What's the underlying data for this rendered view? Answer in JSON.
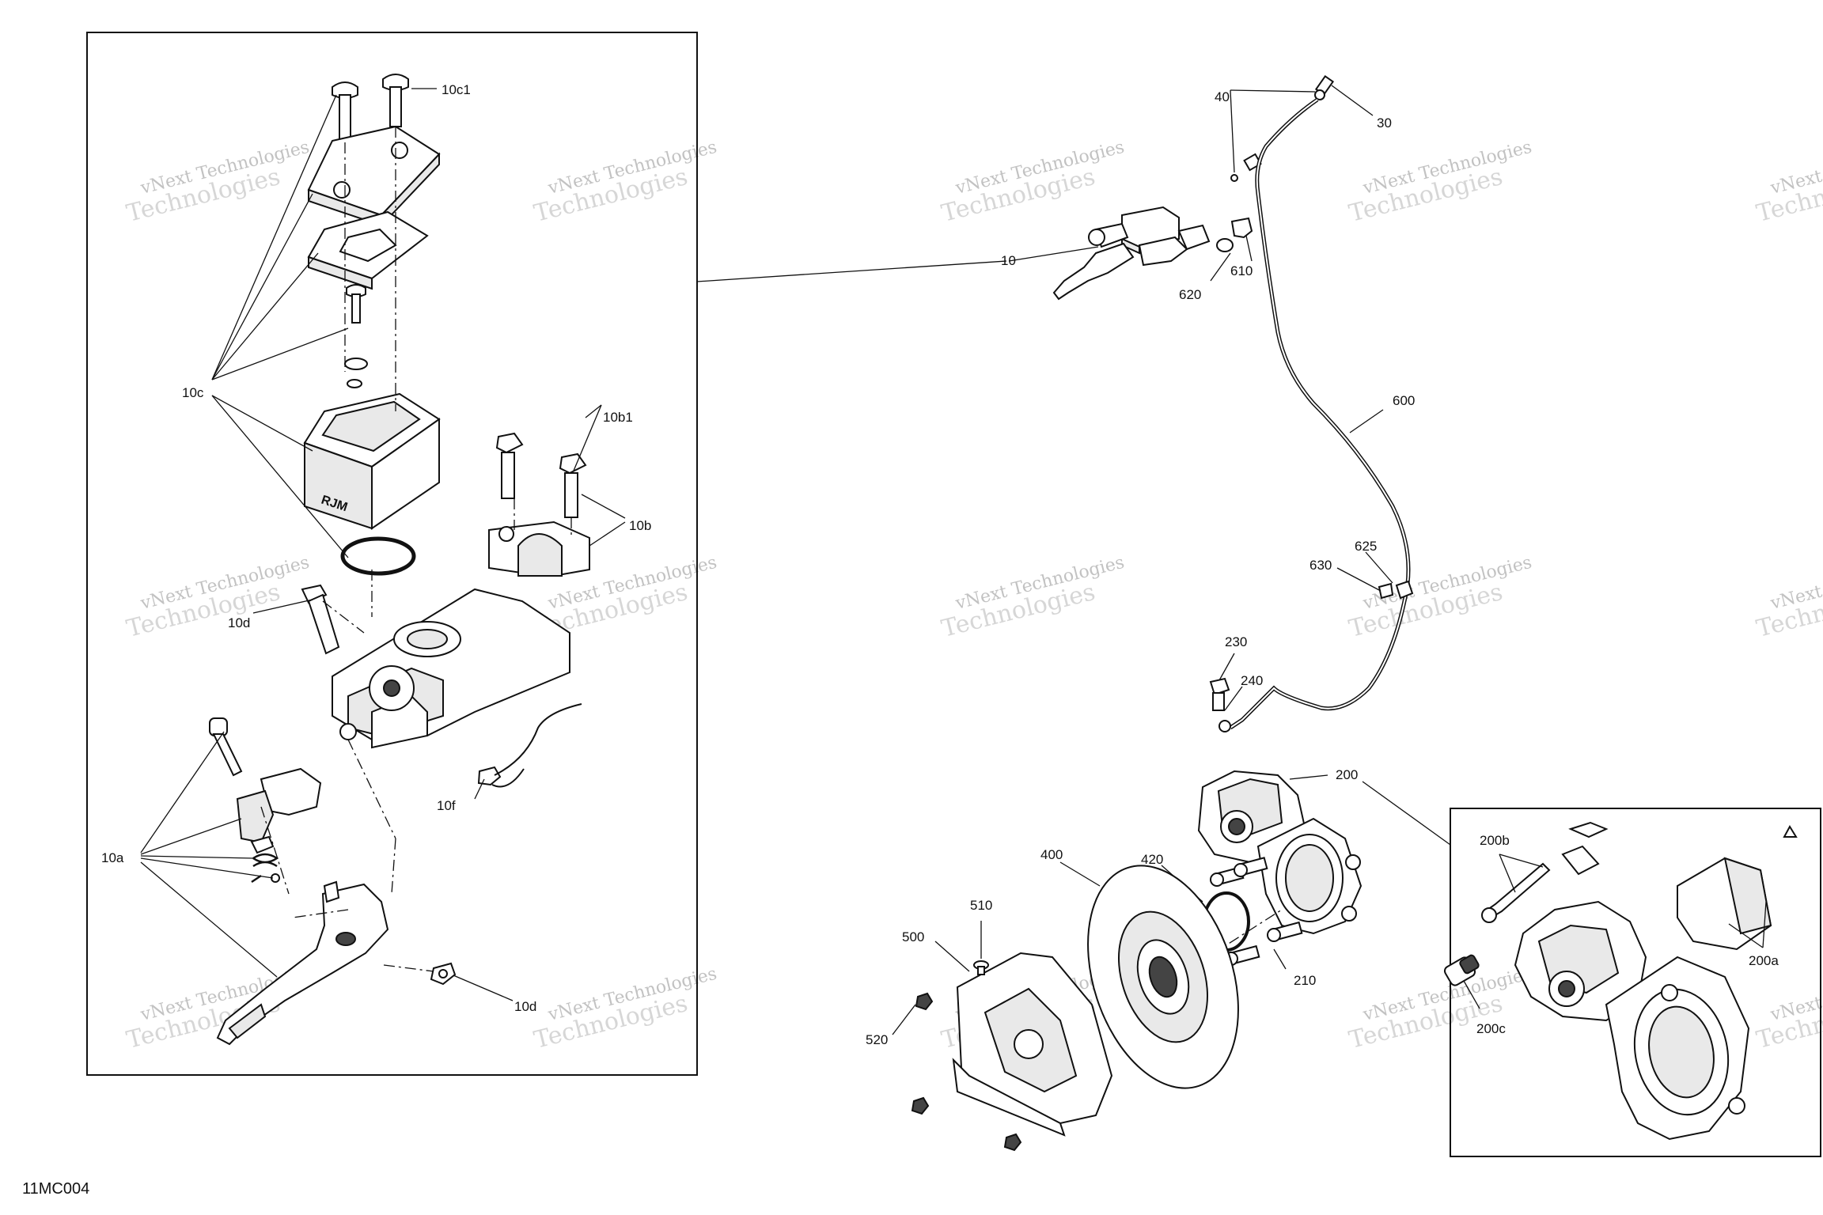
{
  "diagram_id": "11MC004",
  "watermark": {
    "line1": "vNext Technologies",
    "line2": "Technologies"
  },
  "callouts": {
    "c10c1": "10c1",
    "c10c": "10c",
    "c10b1": "10b1",
    "c10b": "10b",
    "c10d_top": "10d",
    "c10f": "10f",
    "c10a": "10a",
    "c10d_bottom": "10d",
    "c40": "40",
    "c30": "30",
    "c10": "10",
    "c620": "620",
    "c610": "610",
    "c600": "600",
    "c625": "625",
    "c630": "630",
    "c230": "230",
    "c240": "240",
    "c200": "200",
    "c400": "400",
    "c420": "420",
    "c510": "510",
    "c500": "500",
    "c520": "520",
    "c210": "210",
    "c200b": "200b",
    "c200a": "200a",
    "c200c": "200c"
  }
}
